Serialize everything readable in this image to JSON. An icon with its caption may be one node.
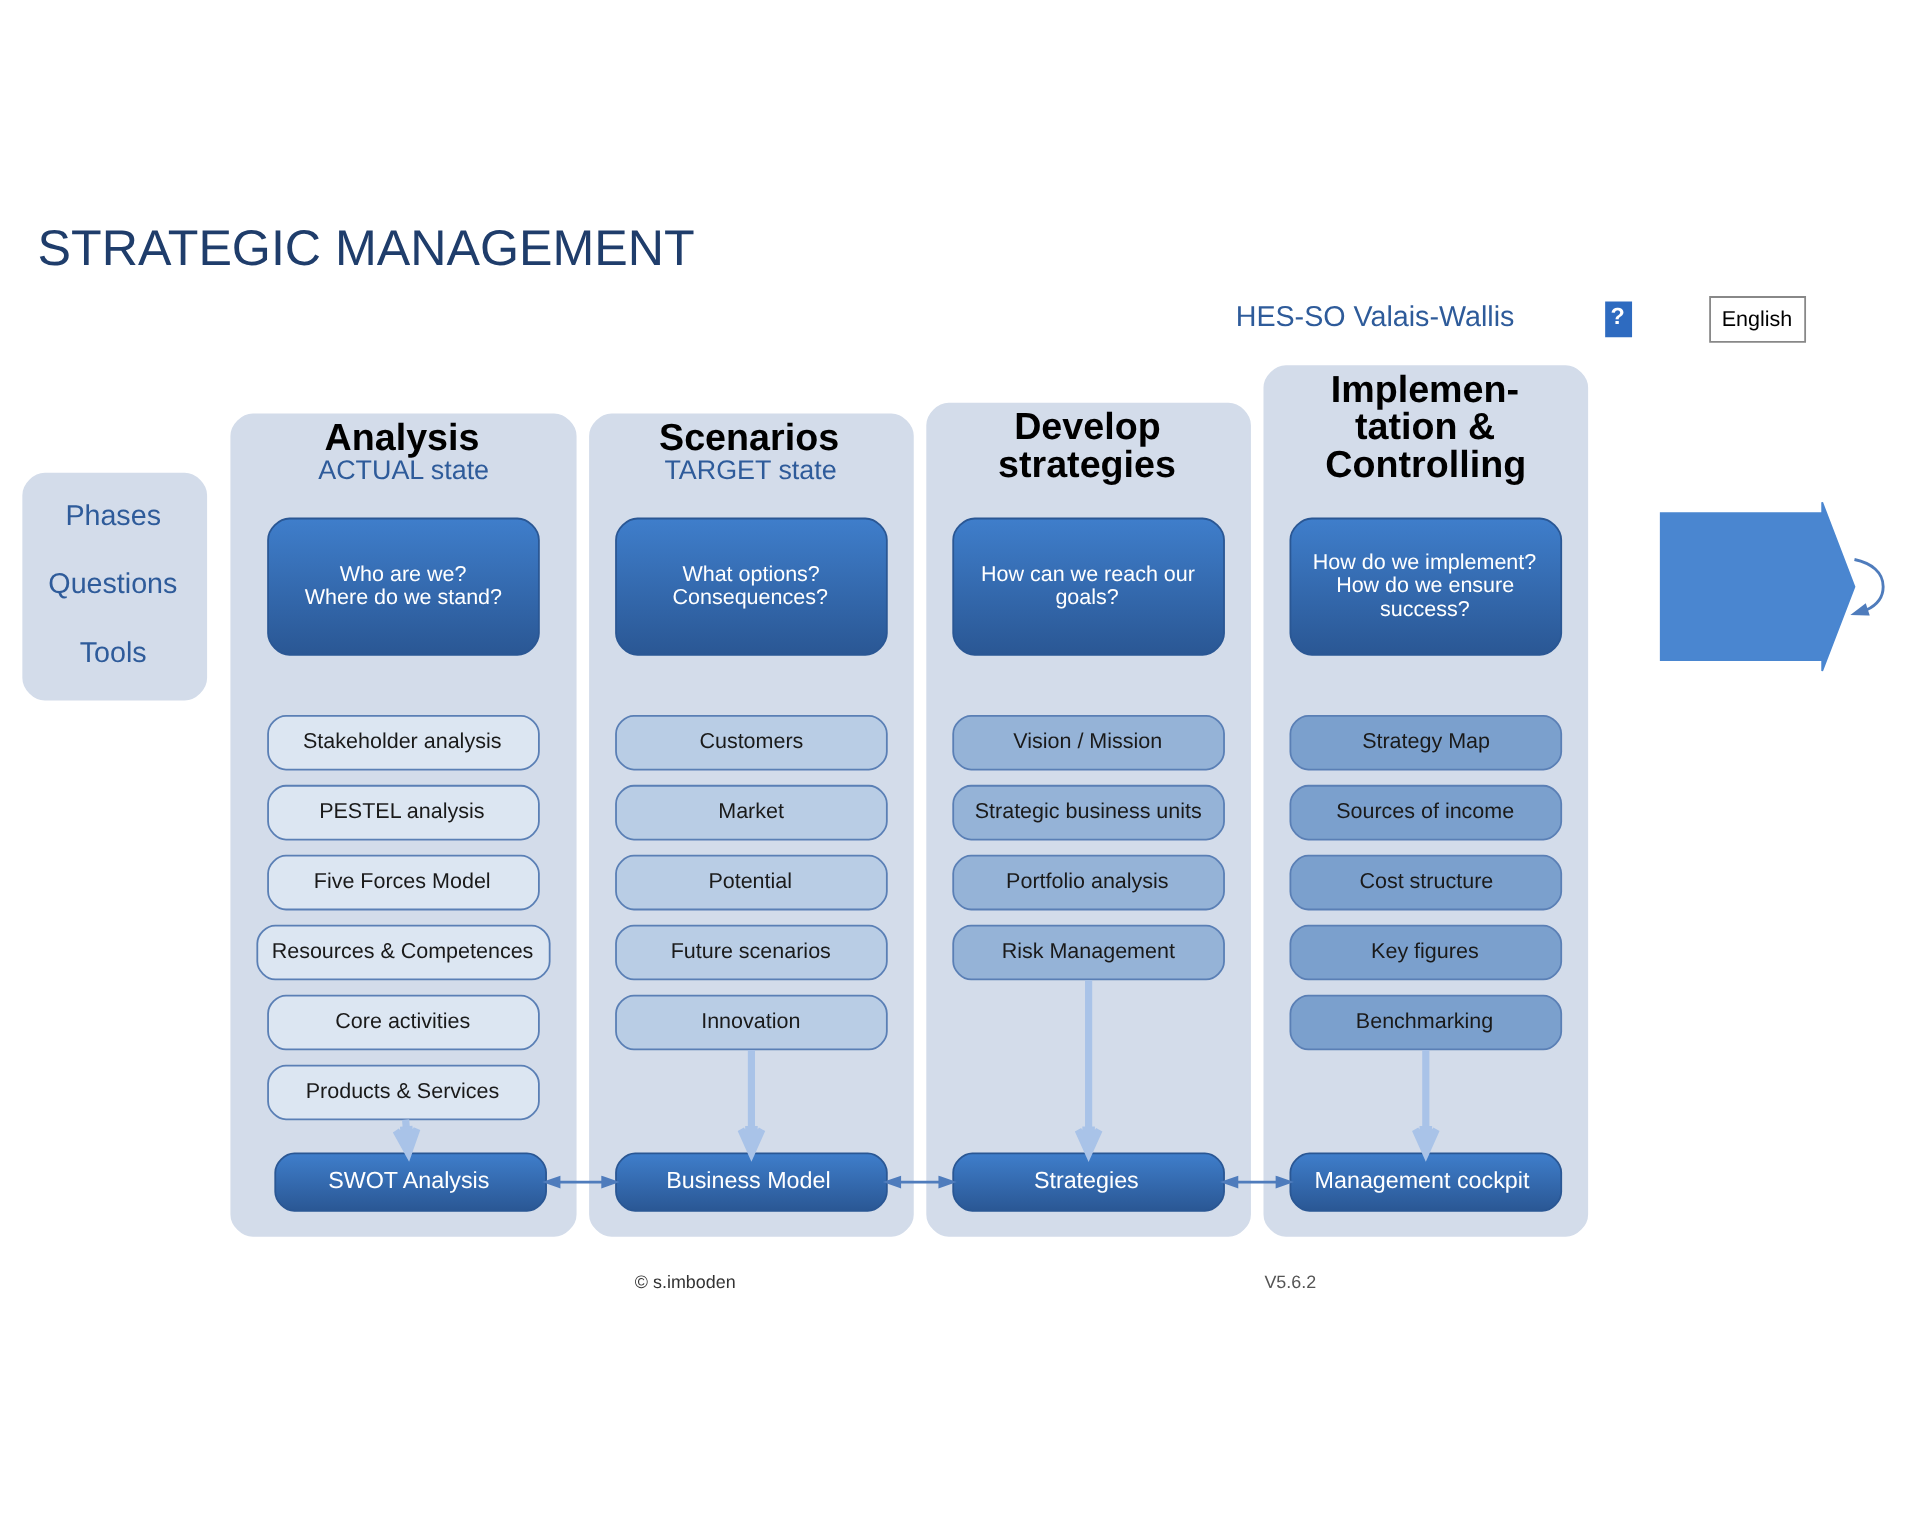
{
  "diagram": {
    "title": "STRATEGIC MANAGEMENT",
    "nodes": [
      {
        "text": [
          "Phases",
          "Questions",
          "Tools"
        ]
      },
      {
        "text": [
          "Analysis",
          "ACTUAL state"
        ]
      },
      {
        "text": [
          "Who are we?",
          "Where do we stand?"
        ],
        "in": 1
      },
      {
        "text": [
          "Stakeholder analysis"
        ],
        "in": 1
      },
      {
        "text": [
          "PESTEL analysis"
        ],
        "in": 1
      },
      {
        "text": [
          "Five Forces Model"
        ],
        "in": 1
      },
      {
        "text": [
          "Resources & Competences"
        ],
        "in": 1
      },
      {
        "text": [
          "Core activities"
        ],
        "in": 1
      },
      {
        "text": [
          "Products & Services"
        ],
        "in": 1
      },
      {
        "text": [
          "SWOT Analysis"
        ],
        "in": 1
      },
      {
        "text": [
          "Scenarios",
          "TARGET state"
        ]
      },
      {
        "text": [
          "What options?",
          "Consequences?"
        ],
        "in": 10
      },
      {
        "text": [
          "Customers"
        ],
        "in": 10
      },
      {
        "text": [
          "Market"
        ],
        "in": 10
      },
      {
        "text": [
          "Potential"
        ],
        "in": 10
      },
      {
        "text": [
          "Future scenarios"
        ],
        "in": 10
      },
      {
        "text": [
          "Innovation"
        ],
        "in": 10
      },
      {
        "text": [
          "Business Model"
        ],
        "in": 10
      },
      {
        "text": [
          "Develop strategies"
        ]
      },
      {
        "text": [
          "How can we reach our goals?"
        ],
        "in": 18
      },
      {
        "text": [
          "Vision / Mission"
        ],
        "in": 18
      },
      {
        "text": [
          "Strategic business units"
        ],
        "in": 18
      },
      {
        "text": [
          "Portfolio analysis"
        ],
        "in": 18
      },
      {
        "text": [
          "Risk Management"
        ],
        "in": 18
      },
      {
        "text": [
          "Strategies"
        ],
        "in": 18
      },
      {
        "text": [
          "Implemen- tation & Controlling"
        ]
      },
      {
        "text": [
          "How do we implement? How do we ensure success?"
        ],
        "in": 25
      },
      {
        "text": [
          "Strategy Map"
        ],
        "in": 25
      },
      {
        "text": [
          "Sources of income"
        ],
        "in": 25
      },
      {
        "text": [
          "Cost structure"
        ],
        "in": 25
      },
      {
        "text": [
          "Key figures"
        ],
        "in": 25
      },
      {
        "text": [
          "Benchmarking"
        ],
        "in": 25
      },
      {
        "text": [
          "Management cockpit"
        ],
        "in": 25
      },
      {
        "text": [],
        "shape": "arrow"
      }
    ],
    "edges": [
      {
        "from": 8,
        "to": 9,
        "arrow": "to",
        "style": "thick",
        "color": "#a9c3e8"
      },
      {
        "from": 16,
        "to": 17,
        "arrow": "to",
        "style": "thick",
        "color": "#a9c3e8"
      },
      {
        "from": 23,
        "to": 24,
        "arrow": "to",
        "style": "thick",
        "color": "#a9c3e8"
      },
      {
        "from": 31,
        "to": 32,
        "arrow": "to",
        "style": "thick",
        "color": "#a9c3e8"
      },
      {
        "from": 9,
        "to": 17,
        "arrow": "both"
      },
      {
        "from": 17,
        "to": 24,
        "arrow": "both"
      },
      {
        "from": 24,
        "to": 32,
        "arrow": "both"
      },
      {
        "from": 33,
        "to": 33,
        "arrow": "to"
      }
    ],
    "labels": [
      "HES-SO Valais-Wallis",
      "?",
      "English",
      "© s.imboden",
      "V5.6.2"
    ]
  }
}
